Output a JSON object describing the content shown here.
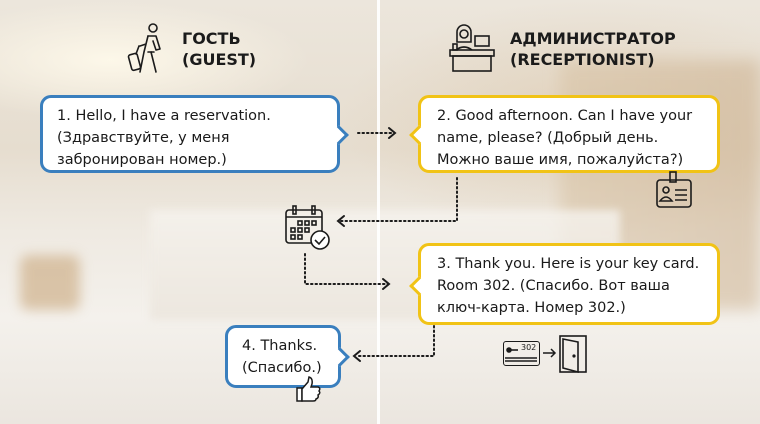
{
  "guest": {
    "title_ru": "ГОСТЬ",
    "title_en": "(GUEST)"
  },
  "receptionist": {
    "title_ru": "АДМИНИСТРАТОР",
    "title_en": "(RECEPTIONIST)"
  },
  "bubbles": [
    {
      "lines": [
        "1. Hello, I have a reservation.",
        "(Здравствуйте, у меня",
        "забронирован номер.)"
      ]
    },
    {
      "lines": [
        "2. Good afternoon. Can I have your",
        "name, please? (Добрый день.",
        "Можно ваше имя, пожалуйста?)"
      ]
    },
    {
      "lines": [
        "3. Thank you. Here is your key card.",
        "Room 302. (Спасибо. Вот ваша",
        "ключ-карта. Номер 302.)"
      ]
    },
    {
      "lines": [
        "4. Thanks.",
        "(Спасибо.)"
      ]
    }
  ],
  "key_card": {
    "room": "302"
  },
  "colors": {
    "guest": "#3a7fbe",
    "receptionist": "#f1c316"
  },
  "icons": [
    "traveler-icon",
    "receptionist-icon",
    "id-badge-icon",
    "calendar-check-icon",
    "key-card-icon",
    "door-icon",
    "thumbs-up-icon"
  ]
}
